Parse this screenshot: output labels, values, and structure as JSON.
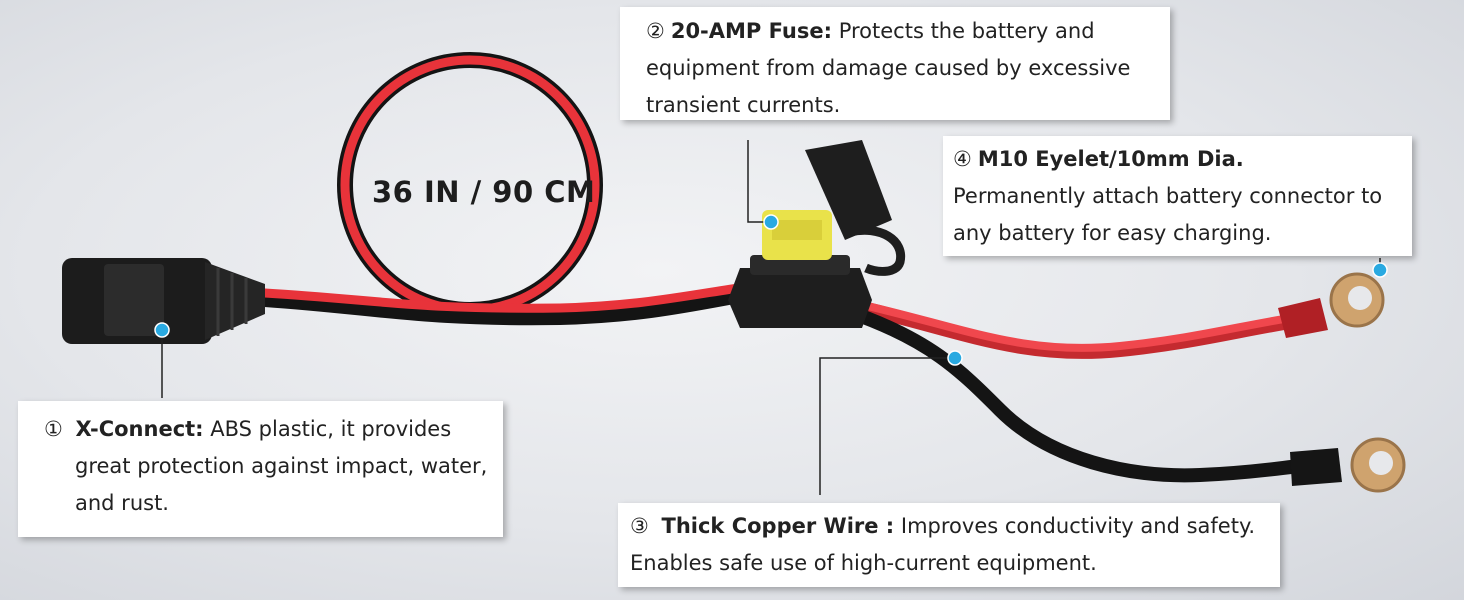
{
  "length_label": "36 IN / 90 CM",
  "callouts": {
    "xconnect": {
      "number": "①",
      "title": "X-Connect:",
      "text_line1": "ABS plastic, it provides",
      "text_line2": "great protection against impact, water,",
      "text_line3": "and rust."
    },
    "fuse": {
      "number": "②",
      "title": "20-AMP Fuse:",
      "text_line1": "Protects the battery and",
      "text_line2": "equipment from damage caused by excessive",
      "text_line3": "transient currents."
    },
    "wire": {
      "number": "③",
      "title": "Thick Copper Wire :",
      "text_line1": "Improves conductivity and safety.",
      "text_line2": "Enables safe use of high-current equipment."
    },
    "eyelet": {
      "number": "④",
      "title": "M10 Eyelet/10mm Dia.",
      "text_line1": "Permanently attach battery connector to",
      "text_line2": "any battery for easy charging."
    }
  },
  "colors": {
    "marker_dot": "#29a9e1",
    "red_wire": "#e8333a",
    "black_wire": "#1a1a1a",
    "fuse_yellow": "#e9e24a"
  }
}
